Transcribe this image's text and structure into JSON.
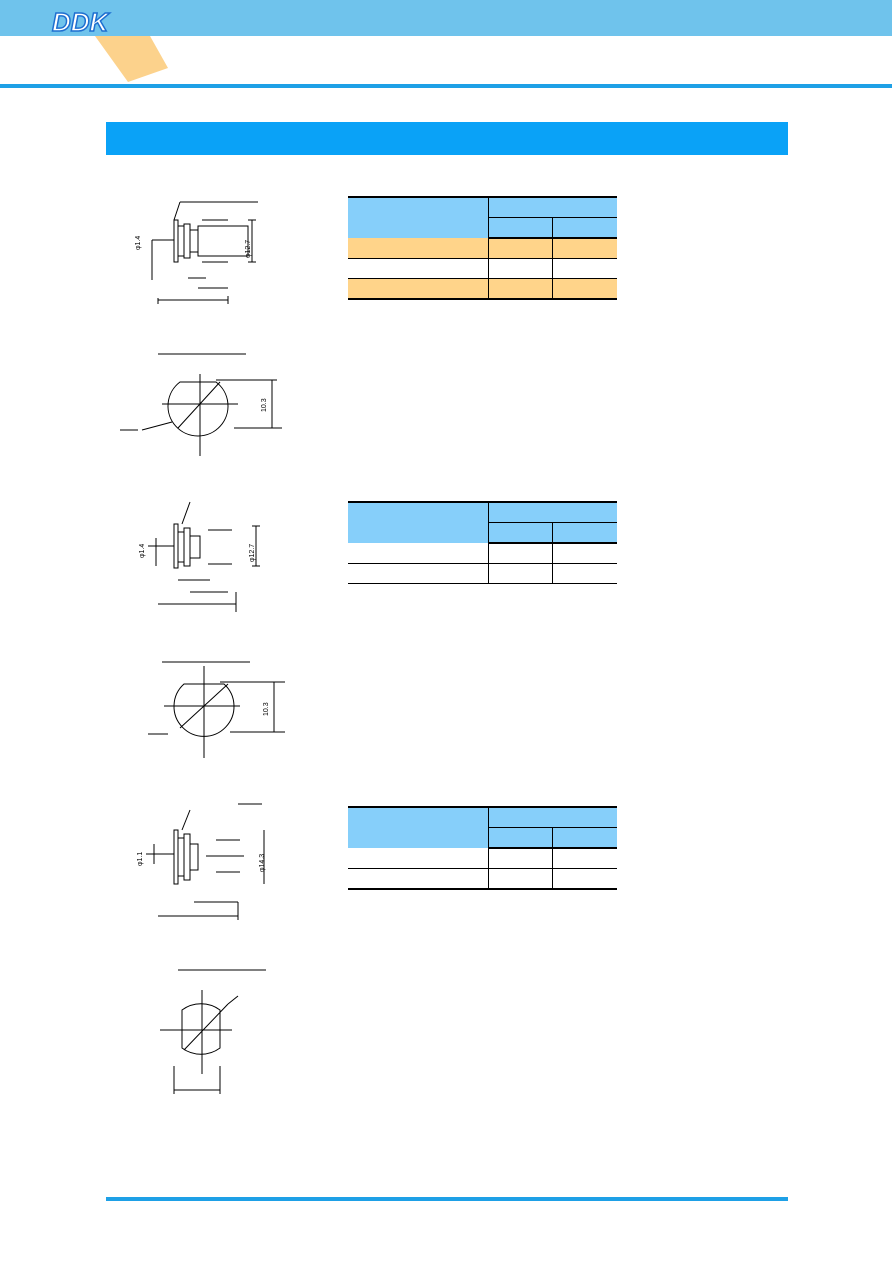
{
  "header": {
    "logo_text": "DDK",
    "brand_color": "#6fc3ec",
    "accent_color": "#1ea0e6",
    "wedge_color": "#fcd28c"
  },
  "section_bar": {
    "color": "#0aa2f7"
  },
  "drawings": [
    {
      "id": "side-1",
      "dia_left": "φ1.4",
      "dia_right": "φ12.7"
    },
    {
      "id": "front-1",
      "dim": "10.3"
    },
    {
      "id": "side-2",
      "dia_left": "φ1.4",
      "dia_right": "φ12.7"
    },
    {
      "id": "front-2",
      "dim": "10.3"
    },
    {
      "id": "side-3",
      "dia_left": "φ1.1",
      "dia_right": "φ14.3"
    },
    {
      "id": "front-3",
      "dim": ""
    }
  ],
  "tables": [
    {
      "rows": [
        {
          "highlight": true
        },
        {
          "highlight": false
        },
        {
          "highlight": true
        }
      ]
    },
    {
      "rows": [
        {
          "highlight": false
        },
        {
          "highlight": false
        }
      ]
    },
    {
      "rows": [
        {
          "highlight": false
        },
        {
          "highlight": false
        }
      ]
    }
  ],
  "colors": {
    "table_header": "#86cffa",
    "row_highlight": "#ffd48a"
  }
}
